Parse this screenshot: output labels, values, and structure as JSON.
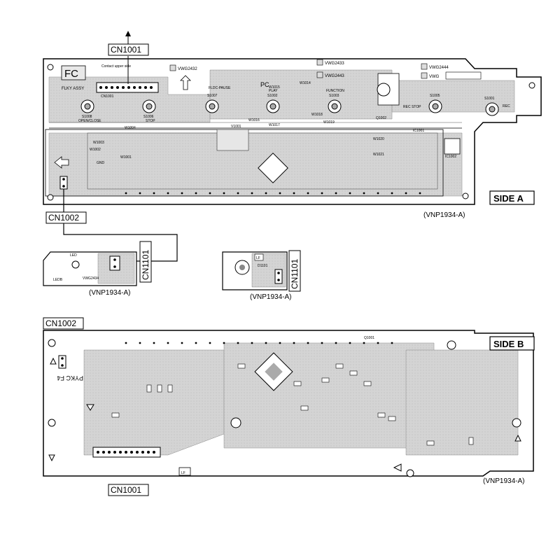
{
  "connectors": {
    "cn1001_top": "CN1001",
    "cn1002_top": "CN1002",
    "cn1101_a": "CN1101",
    "cn1101_b": "CN1101",
    "cn1002_bottom": "CN1002",
    "cn1001_bottom": "CN1001"
  },
  "sides": {
    "side_a": "SIDE A",
    "side_b": "SIDE B"
  },
  "part_numbers": {
    "side_a": "(VNP1934-A)",
    "led_board": "(VNP1934-A)",
    "lf_board": "(VNP1934-A)",
    "side_b": "(VNP1934-A)"
  },
  "fc_assy": {
    "badge": "FC",
    "title": "FLKY ASSY",
    "note": "Contact upper side"
  },
  "vwg_codes": [
    "VWG2432",
    "VWG2433",
    "VWG2443",
    "VWG2444",
    "VWG"
  ],
  "pc_label": "PC",
  "switches": [
    {
      "ref": "S1008",
      "func": "OPEN/CLOSE"
    },
    {
      "ref": "S1006",
      "func": "STOP"
    },
    {
      "ref": "S1007",
      "func": "FLDC-PAUSE"
    },
    {
      "ref": "S1002",
      "func": "PLAY"
    },
    {
      "ref": "S1003",
      "func": "FUNCTION"
    },
    {
      "ref": "S1005",
      "func": "REC STOP"
    },
    {
      "ref": "S1001",
      "func": "REC"
    }
  ],
  "side_a_refs": [
    "V1001",
    "W1014",
    "W1015",
    "W1016",
    "W1017",
    "W1018",
    "W1019",
    "W1020",
    "W1021",
    "W1004",
    "W1002",
    "W1003",
    "W1001",
    "IC1002",
    "Q1002",
    "IC1001",
    "CN1001",
    "GND"
  ],
  "led_board": {
    "led_label": "LED",
    "code": "VWG2434",
    "name": "LEDB"
  },
  "lf_board": {
    "lf_label": "LF",
    "diode": "D1101"
  },
  "side_b_marks": {
    "pykc": "PYKC F4",
    "lf": "LF",
    "q1001": "Q1001"
  }
}
